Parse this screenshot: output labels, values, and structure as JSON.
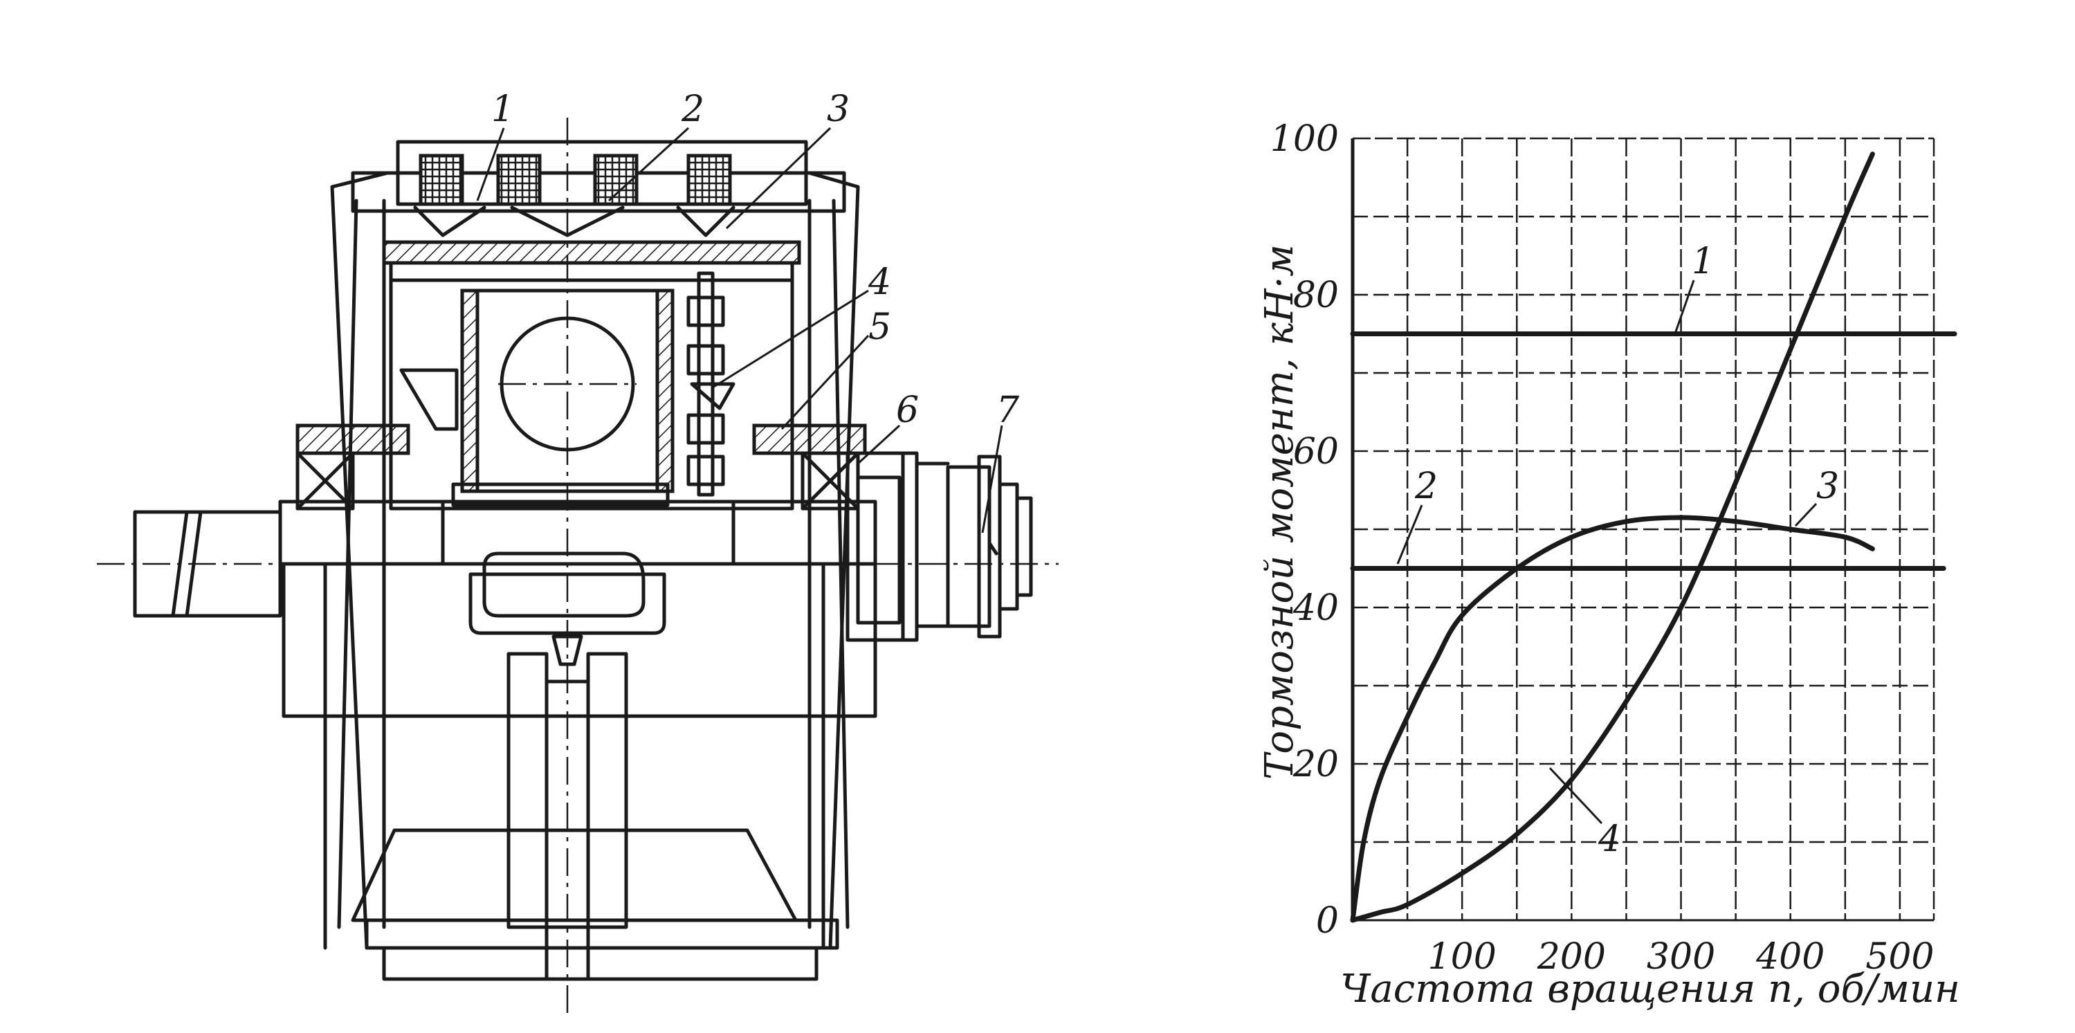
{
  "drawing": {
    "callouts": [
      "1",
      "2",
      "3",
      "4",
      "5",
      "6",
      "7"
    ]
  },
  "chart_data": {
    "type": "line",
    "title": "",
    "xlabel": "Частота вращения n, об/мин",
    "ylabel": "Тормозной момент, кН·м",
    "xlim": [
      0,
      550
    ],
    "ylim": [
      0,
      100
    ],
    "x_ticks": [
      "100",
      "200",
      "300",
      "400",
      "500"
    ],
    "y_ticks": [
      "0",
      "20",
      "40",
      "60",
      "80",
      "100"
    ],
    "grid": true,
    "series": [
      {
        "name": "1",
        "x": [
          0,
          550
        ],
        "y": [
          75,
          75
        ]
      },
      {
        "name": "2",
        "x": [
          0,
          540
        ],
        "y": [
          45,
          45
        ]
      },
      {
        "name": "3",
        "x": [
          0,
          10,
          25,
          50,
          75,
          100,
          150,
          200,
          250,
          300,
          350,
          400,
          450,
          475
        ],
        "y": [
          0,
          10,
          18,
          26,
          33,
          39,
          45,
          49,
          51,
          51.5,
          51,
          50,
          49,
          47.5
        ]
      },
      {
        "name": "4",
        "x": [
          0,
          25,
          50,
          100,
          150,
          200,
          250,
          300,
          350,
          400,
          450,
          475
        ],
        "y": [
          0,
          1,
          2,
          6,
          11,
          18,
          28,
          40,
          56,
          73,
          90,
          98
        ]
      }
    ]
  }
}
